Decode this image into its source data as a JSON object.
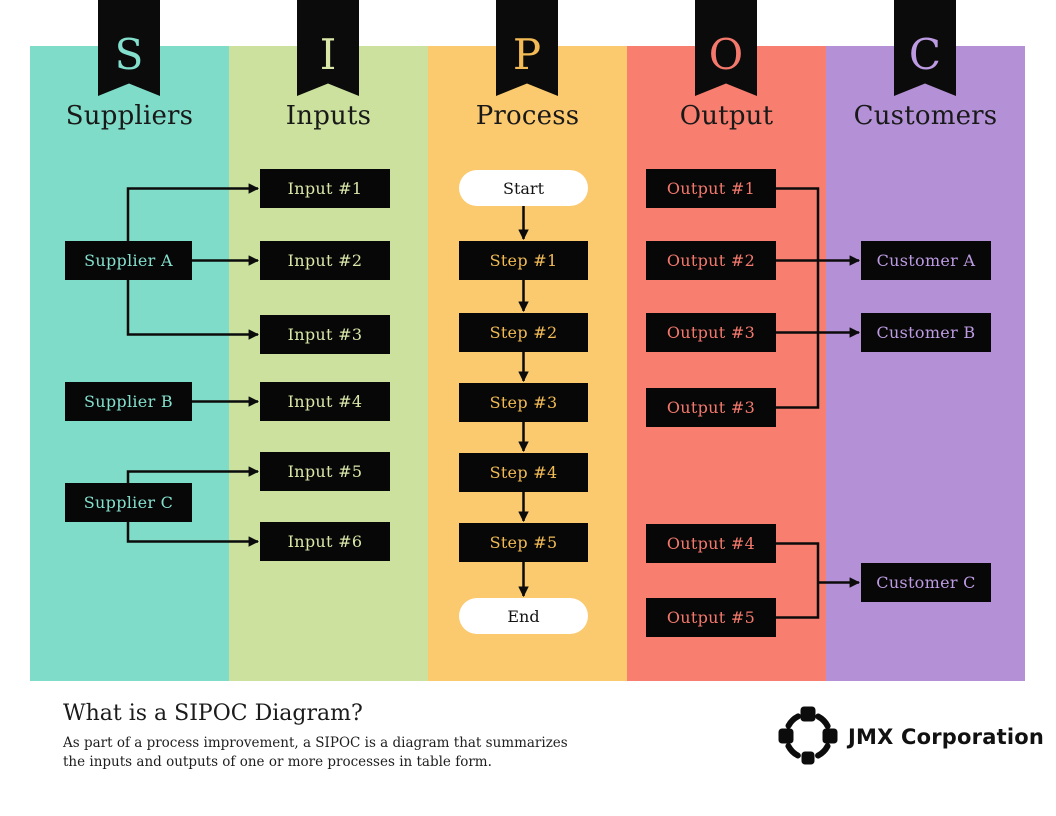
{
  "columns": {
    "suppliers": {
      "letter": "S",
      "title": "Suppliers",
      "color": "#7FDCC8",
      "accent": "#84E0CD",
      "items": [
        "Supplier A",
        "Supplier B",
        "Supplier C"
      ]
    },
    "inputs": {
      "letter": "I",
      "title": "Inputs",
      "color": "#CBE19D",
      "accent": "#D9E7A9",
      "items": [
        "Input #1",
        "Input #2",
        "Input #3",
        "Input #4",
        "Input #5",
        "Input #6"
      ]
    },
    "process": {
      "letter": "P",
      "title": "Process",
      "color": "#FBC96E",
      "accent": "#F2BB55",
      "start_label": "Start",
      "steps": [
        "Step #1",
        "Step #2",
        "Step #3",
        "Step #4",
        "Step #5"
      ],
      "end_label": "End"
    },
    "output": {
      "letter": "O",
      "title": "Output",
      "color": "#F87E6F",
      "accent": "#F4796C",
      "items": [
        "Output #1",
        "Output #2",
        "Output #3",
        "Output #3",
        "Output #4",
        "Output #5"
      ]
    },
    "customers": {
      "letter": "C",
      "title": "Customers",
      "color": "#B491D7",
      "accent": "#BD9BE2",
      "items": [
        "Customer A",
        "Customer B",
        "Customer C"
      ]
    }
  },
  "footer": {
    "heading": "What is a SIPOC Diagram?",
    "body": "As part of a process improvement, a SIPOC is a diagram that summarizes\nthe inputs and outputs of one or more processes in table form.",
    "brand": "JMX Corporation"
  },
  "style": {
    "node_background": "#070707",
    "connector_color": "#0b0b0b",
    "page_background": "#ffffff"
  }
}
